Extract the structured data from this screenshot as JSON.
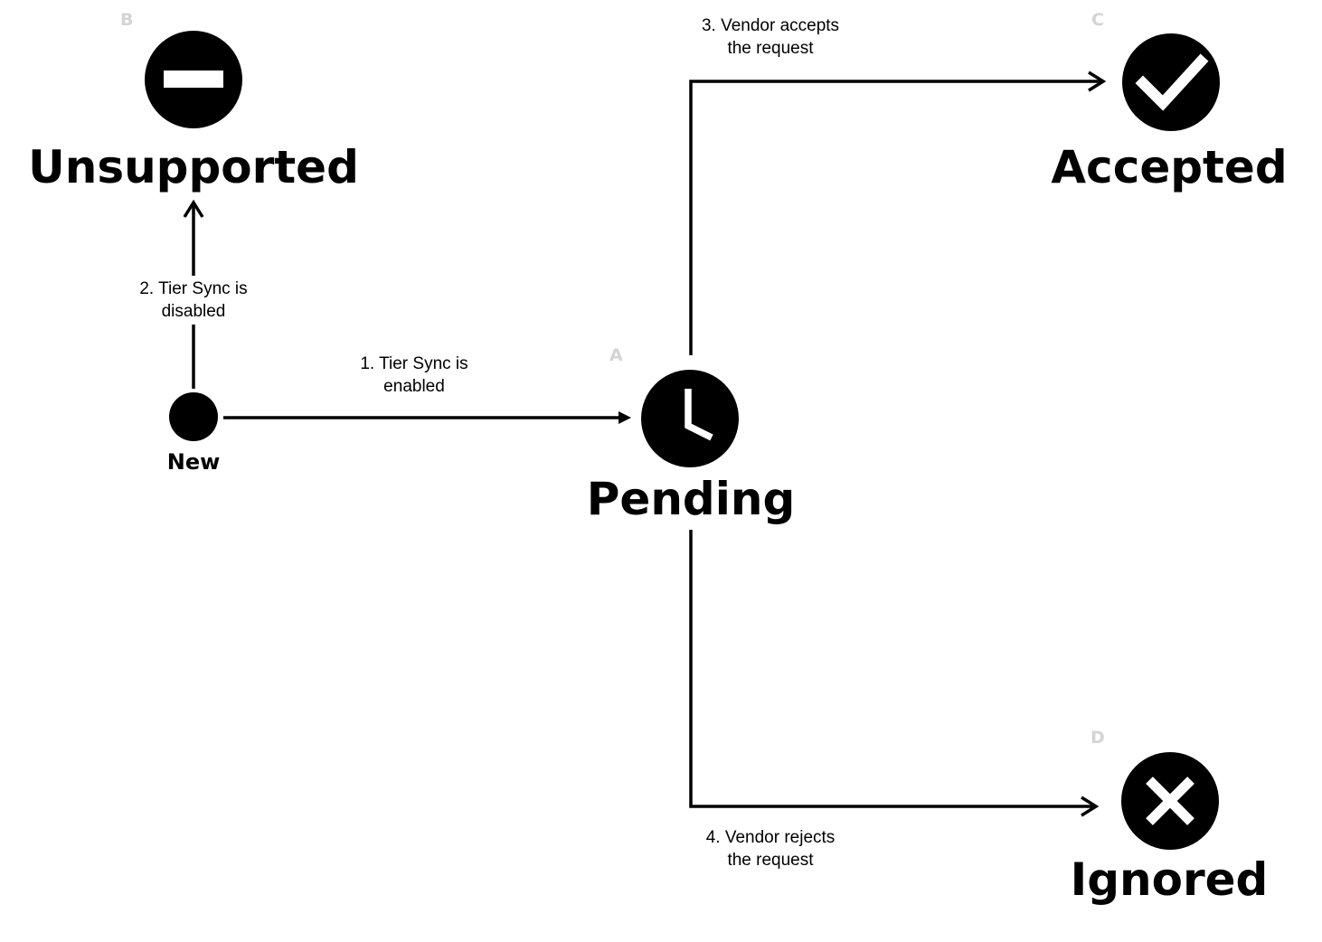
{
  "states": {
    "new": {
      "label": "New"
    },
    "pending": {
      "label": "Pending",
      "letter": "A"
    },
    "unsupported": {
      "label": "Unsupported",
      "letter": "B"
    },
    "accepted": {
      "label": "Accepted",
      "letter": "C"
    },
    "ignored": {
      "label": "Ignored",
      "letter": "D"
    }
  },
  "transitions": {
    "t1": {
      "line1": "1. Tier Sync is",
      "line2": "enabled"
    },
    "t2": {
      "line1": "2. Tier Sync is",
      "line2": "disabled"
    },
    "t3": {
      "line1": "3. Vendor accepts",
      "line2": "the request"
    },
    "t4": {
      "line1": "4. Vendor rejects",
      "line2": "the request"
    }
  },
  "icons": {
    "unsupported": "minus-circle-icon",
    "pending": "clock-icon",
    "accepted": "check-circle-icon",
    "ignored": "x-circle-icon",
    "new": "start-dot-icon"
  },
  "colors": {
    "ink": "#000000",
    "letter": "#d4d4d4",
    "background": "#ffffff"
  }
}
